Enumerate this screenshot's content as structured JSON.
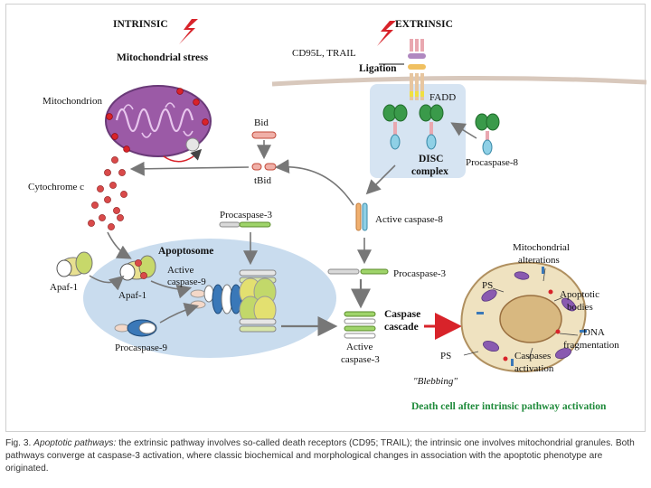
{
  "labels": {
    "intrinsic": "INTRINSIC",
    "mitochondrial_stress": "Mitochondrial stress",
    "mitochondrion": "Mitochondrion",
    "cytochrome_c": "Cytochrome c",
    "apaf1_left": "Apaf-1",
    "apaf1_mid": "Apaf-1",
    "apoptosome": "Apoptosome",
    "active_caspase9_l1": "Active",
    "active_caspase9_l2": "caspase-9",
    "procaspase9": "Procaspase-9",
    "procaspase3_top": "Procaspase-3",
    "bid": "Bid",
    "tbid": "tBid",
    "extrinsic": "EXTRINSIC",
    "cd95l_trail": "CD95L, TRAIL",
    "ligation": "Ligation",
    "fadd": "FADD",
    "disc_l1": "DISC",
    "disc_l2": "complex",
    "procaspase8": "Procaspase-8",
    "active_caspase8": "Active caspase-8",
    "procaspase3_right": "Procaspase-3",
    "caspase_cascade_l1": "Caspase",
    "caspase_cascade_l2": "cascade",
    "active_caspase3_l1": "Active",
    "active_caspase3_l2": "caspase-3",
    "mito_alterations_l1": "Mitochondrial",
    "mito_alterations_l2": "alterations",
    "ps_top": "PS",
    "apoptotic_bodies_l1": "Apoptotic",
    "apoptotic_bodies_l2": "bodies",
    "dna_l1": "DNA",
    "dna_l2": "fragmentation",
    "ps_bottom": "PS",
    "caspases_activation_l1": "Caspases",
    "caspases_activation_l2": "activation",
    "blebbing": "\"Blebbing\"",
    "death_cell": "Death cell after intrinsic pathway activation"
  },
  "caption": {
    "fig": "Fig. 3.",
    "title": "Apoptotic pathways:",
    "text": "the extrinsic pathway involves so-called death receptors (CD95; TRAIL); the intrinsic one involves mitochondrial granules. Both pathways converge at caspase-3 activation, where classic biochemical and morphological changes in association with the apoptotic phenotype are originated."
  },
  "colors": {
    "mito_fill": "#9b5aa6",
    "apoptosome_fill": "#c9dcee",
    "disc_fill": "#d6e4f2",
    "bolt": "#d8232a",
    "death_text": "#1e8a3a",
    "arrow": "#777777",
    "red_arrow": "#d8232a",
    "green": "#78b83a",
    "membrane": "#e8d9cf",
    "procaspase_green": "#3a9a4a",
    "procaspase_blue": "#8fd0e6",
    "cell_fill": "#efe2c0"
  }
}
